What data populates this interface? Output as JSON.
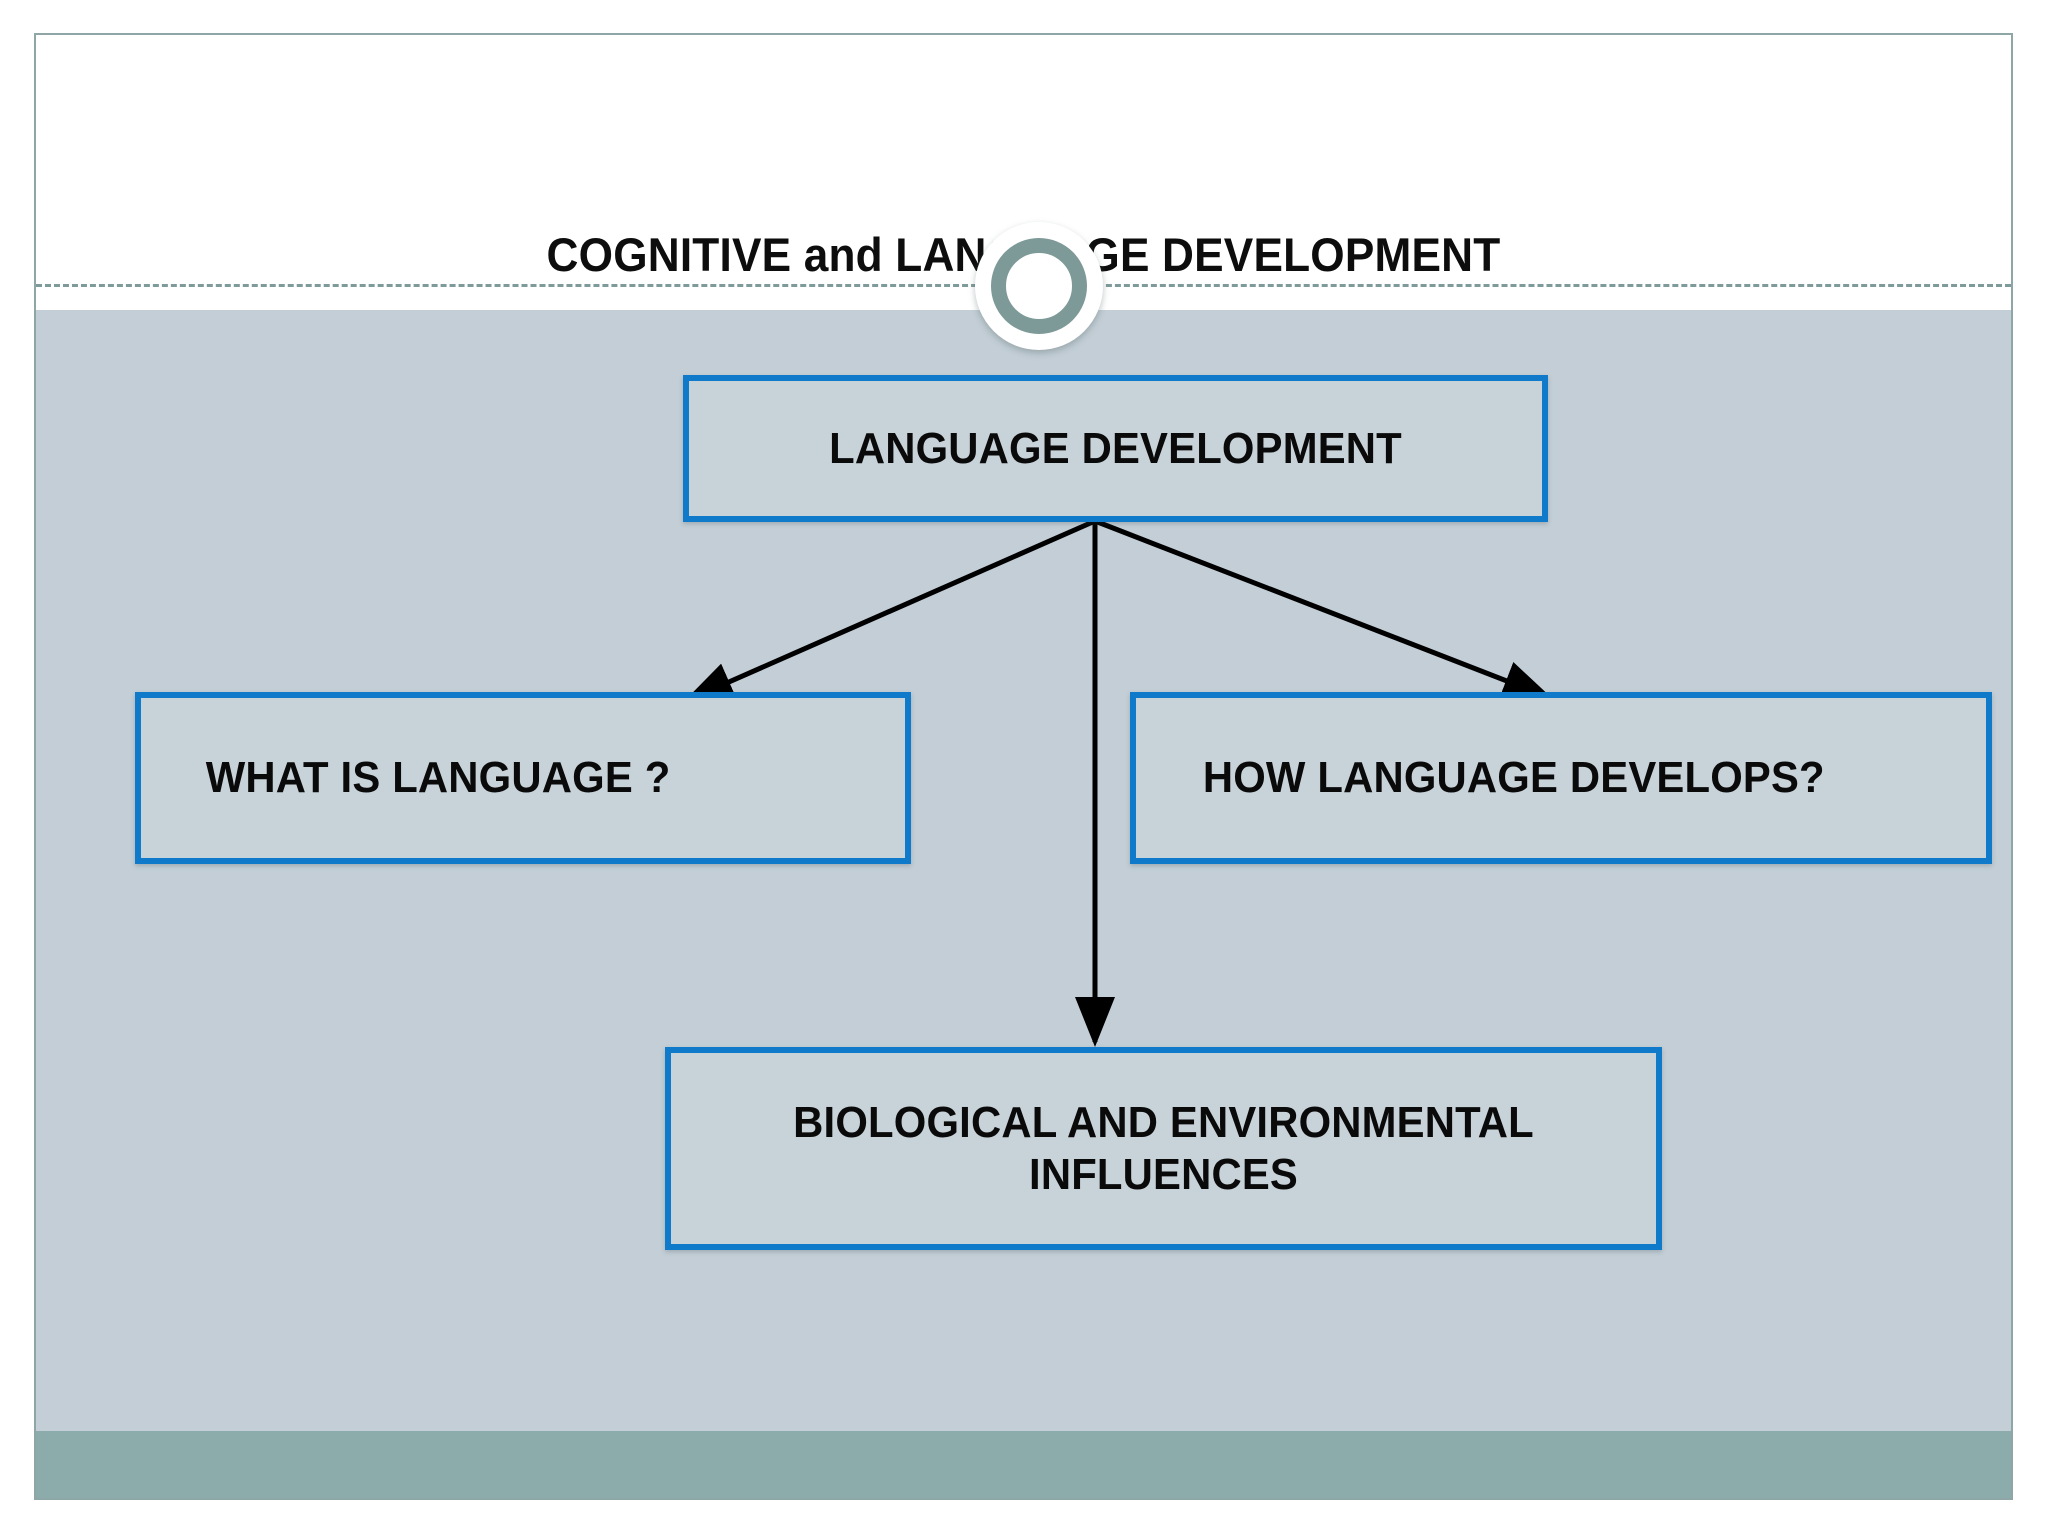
{
  "slide": {
    "title": "COGNITIVE and LANGUAGE DEVELOPMENT",
    "background_color": "#c3ced6",
    "title_background_color": "#ffffff",
    "footer_band_color": "#8cacac",
    "frame_color": "#8fa6a6",
    "divider_color": "#7f9a9a",
    "ring_color": "#7d9a98"
  },
  "diagram": {
    "type": "flowchart",
    "box_border_color": "#0f7aca",
    "box_fill_color": "#c8d2d9",
    "arrow_color": "#000000",
    "root": {
      "id": "language-development",
      "label": "LANGUAGE DEVELOPMENT"
    },
    "children": [
      {
        "id": "what-is-language",
        "label": "WHAT IS LANGUAGE ?"
      },
      {
        "id": "biological-environmental",
        "label_line_1": "BIOLOGICAL AND ENVIRONMENTAL",
        "label_line_2": "INFLUENCES"
      },
      {
        "id": "how-language-develops",
        "label": "HOW LANGUAGE DEVELOPS?"
      }
    ],
    "edges": [
      {
        "from": "language-development",
        "to": "what-is-language",
        "direction": "down-left"
      },
      {
        "from": "language-development",
        "to": "biological-environmental",
        "direction": "down"
      },
      {
        "from": "language-development",
        "to": "how-language-develops",
        "direction": "down-right"
      }
    ]
  }
}
